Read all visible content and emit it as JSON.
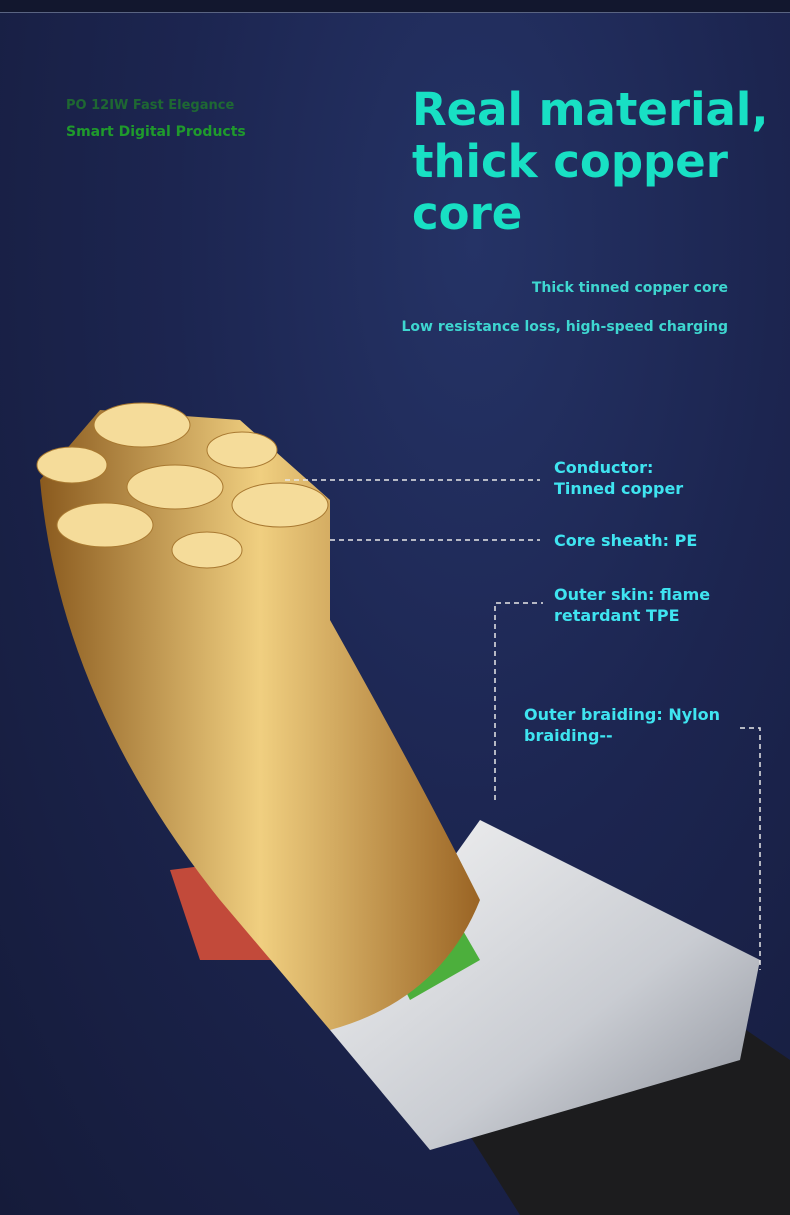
{
  "brand": {
    "line1": "PO 12IW Fast Elegance",
    "line2": "Smart Digital Products"
  },
  "title": "Real material, thick copper core",
  "subtitles": [
    "Thick tinned copper core",
    "Low resistance loss, high-speed charging"
  ],
  "callouts": {
    "conductor": [
      "Conductor:",
      "Tinned copper"
    ],
    "core_sheath": "Core sheath: PE",
    "outer_skin": [
      "Outer skin: flame",
      "retardant TPE"
    ],
    "outer_braiding": [
      "Outer braiding: Nylon",
      "braiding--"
    ]
  },
  "colors": {
    "title": "#18e0c4",
    "label": "#3fe4f0",
    "copper": "#d9a84e"
  }
}
